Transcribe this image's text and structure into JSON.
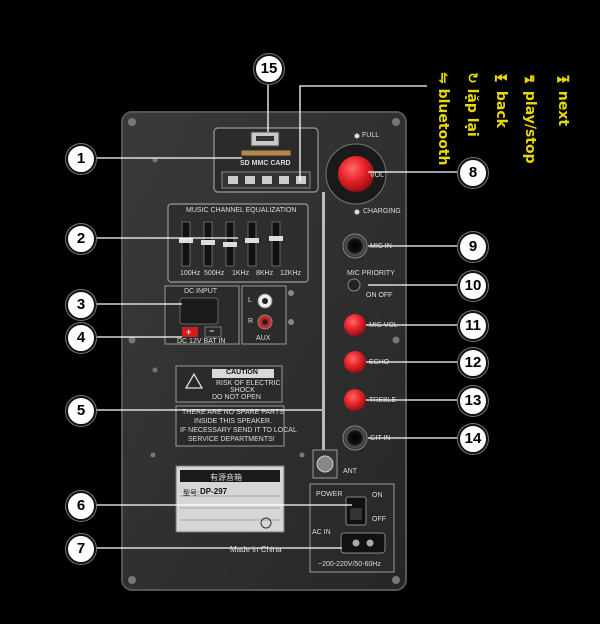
{
  "legend": {
    "next": {
      "icon": "⏭",
      "label": "next"
    },
    "play_stop": {
      "icon": "⏯",
      "label": "play/stop"
    },
    "back": {
      "icon": "⏮",
      "label": "back"
    },
    "repeat": {
      "icon": "↻",
      "label": "lặp lại"
    },
    "bluetooth": {
      "icon": "⇋",
      "label": "bluetooth"
    }
  },
  "callouts": [
    "1",
    "2",
    "3",
    "4",
    "5",
    "6",
    "7",
    "8",
    "9",
    "10",
    "11",
    "12",
    "13",
    "14",
    "15"
  ],
  "panel": {
    "sd_label": "SD MMC CARD",
    "eq_title": "MUSIC CHANNEL EQUALIZATION",
    "eq_bands": [
      "100Hz",
      "500Hz",
      "1KHz",
      "8KHz",
      "12KHz"
    ],
    "full": "FULL",
    "charging": "CHARGING",
    "vol": "VOL",
    "mic_in": "MIC IN",
    "mic_priority": "MIC PRIORITY",
    "on_off": "ON  OFF",
    "mic_vol": "MIC VOL",
    "echo": "ECHO",
    "treble": "TREBLE",
    "git_in": "GIT IN",
    "dc_input": "DC INPUT",
    "plus": "+",
    "minus": "−",
    "dc_bat": "DC 12V BAT IN",
    "aux_l": "L",
    "aux_r": "R",
    "aux": "AUX",
    "caution_title": "CAUTION",
    "caution_line1": "RISK OF ELECTRIC",
    "caution_line2": "SHOCK",
    "caution_line3": "DO NOT OPEN",
    "warn1": "THERE ARE NO SPARE PARTS",
    "warn2": "INSIDE THIS SPEAKER.",
    "warn3": "IF NECESSARY SEND IT TO LOCAL",
    "warn4": "SERVICE DEPARTMENTS!",
    "ant": "ANT",
    "plate_title": "有源音箱",
    "plate_model_key": "型号:",
    "plate_model": "DP-297",
    "power": "POWER",
    "on": "ON",
    "off": "OFF",
    "ac_in": "AC IN",
    "made_in": "Made in China",
    "voltage": "~200-220V/50-60Hz"
  },
  "colors": {
    "knob_red": "#e8222a",
    "label_yellow": "#e8d800"
  }
}
